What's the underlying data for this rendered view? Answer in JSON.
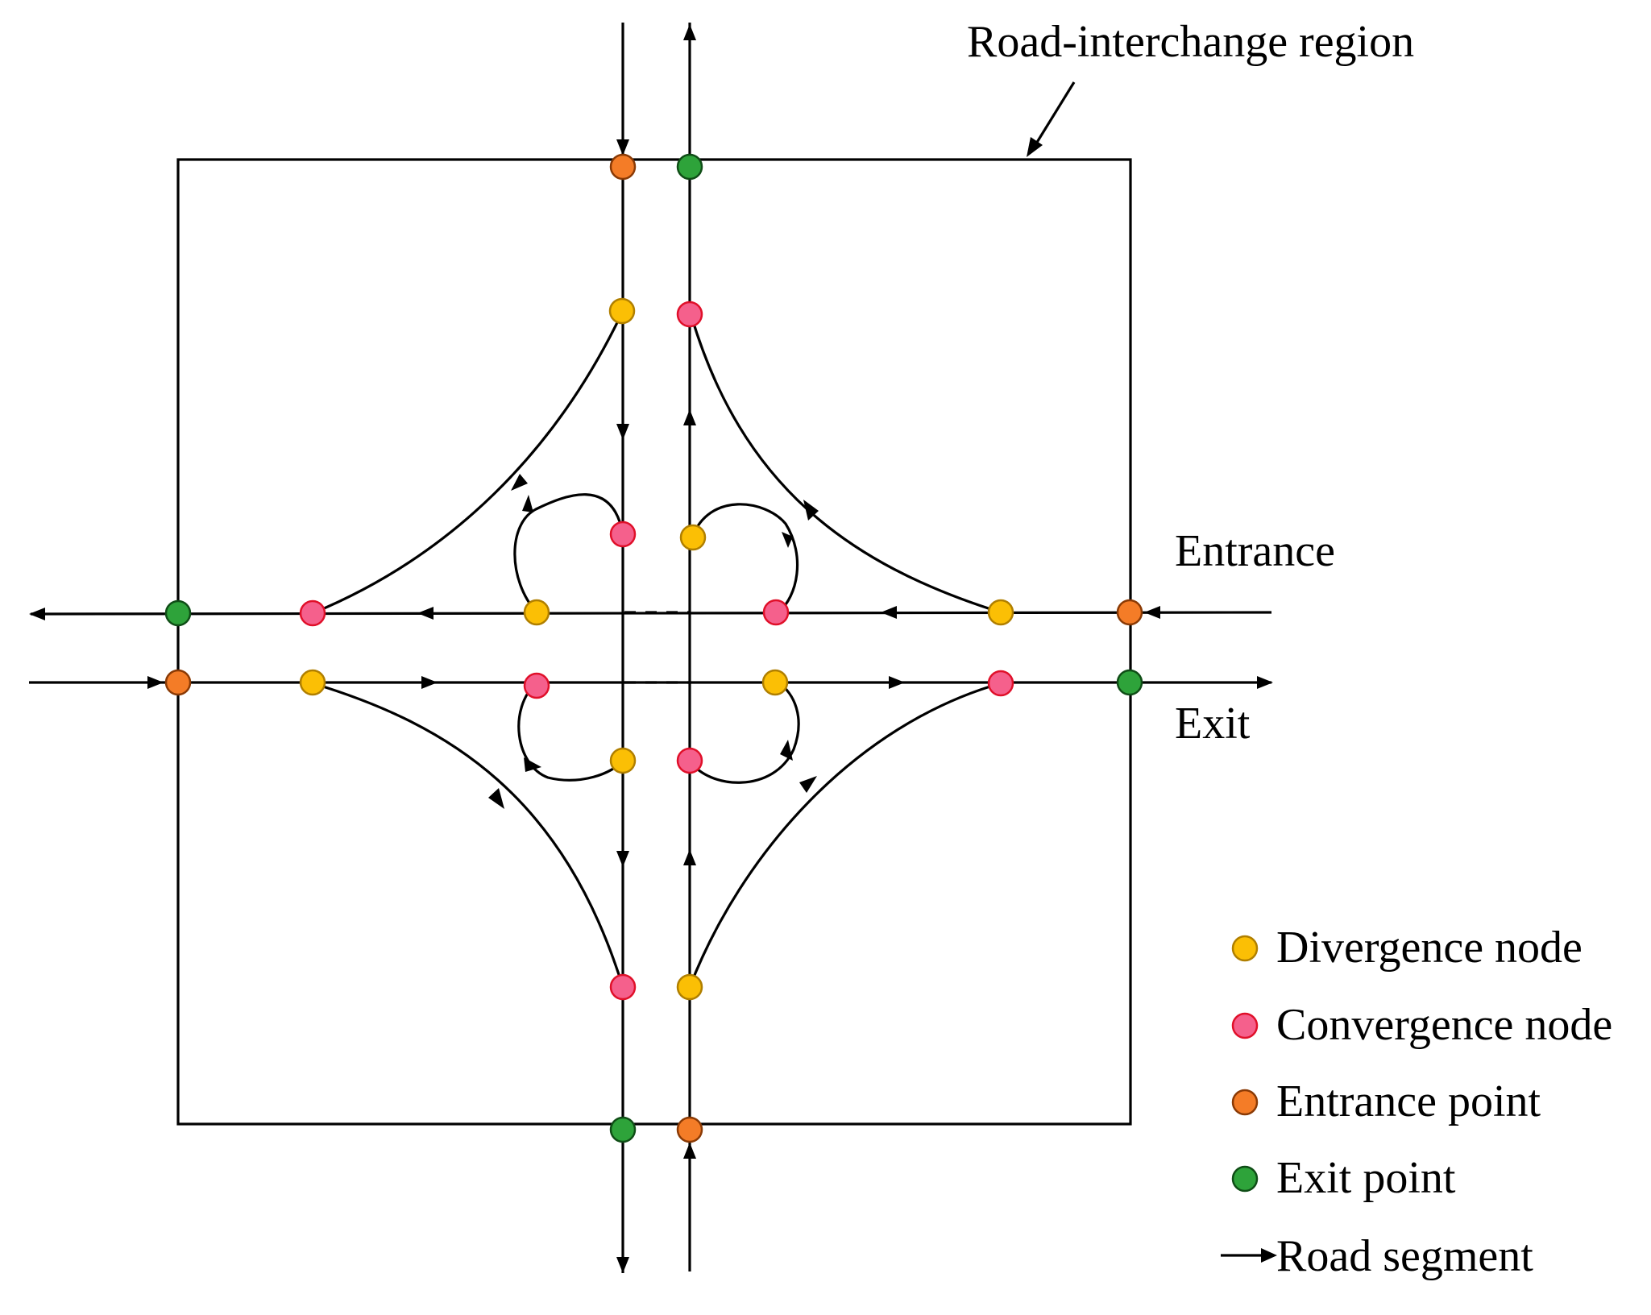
{
  "labels": {
    "region": "Road-interchange region",
    "entrance": "Entrance",
    "exit": "Exit"
  },
  "legend": [
    {
      "label": "Divergence node",
      "color": "#fbbf05"
    },
    {
      "label": "Convergence node",
      "color": "#f5608c"
    },
    {
      "label": "Entrance point",
      "color": "#f47c27"
    },
    {
      "label": "Exit point",
      "color": "#2ea33a"
    },
    {
      "label": "Road segment",
      "icon": "arrow-icon"
    }
  ],
  "colors": {
    "divergence": "#fbbf05",
    "divergence_stroke": "#b07f00",
    "convergence": "#f5608c",
    "convergence_stroke": "#e0102a",
    "entrance": "#f47c27",
    "entrance_stroke": "#8a3a05",
    "exit": "#2ea33a",
    "exit_stroke": "#0f4d16"
  }
}
